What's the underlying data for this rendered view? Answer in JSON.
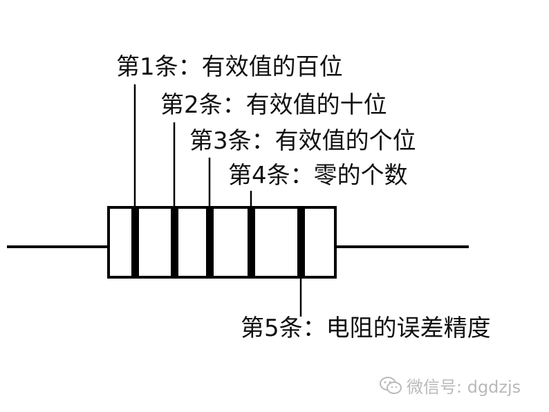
{
  "bands": [
    {
      "label": "第1条：有效值的百位"
    },
    {
      "label": "第2条：有效值的十位"
    },
    {
      "label": "第3条：有效值的个位"
    },
    {
      "label": "第4条：零的个数"
    },
    {
      "label": "第5条：电阻的误差精度"
    }
  ],
  "watermark": {
    "text": "微信号: dgdzjs",
    "icon": "wechat-icon"
  },
  "colors": {
    "line": "#000000",
    "watermark": "#b9b9b9"
  }
}
